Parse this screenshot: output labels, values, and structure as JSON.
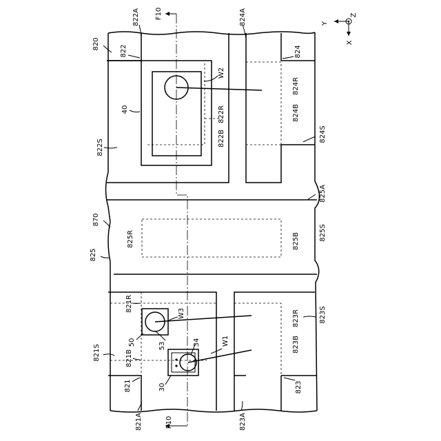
{
  "figure": {
    "axes": {
      "y": "Y",
      "x": "X",
      "z": "Z"
    },
    "section_line": {
      "top": "F10",
      "bottom": "F10"
    },
    "labels": {
      "l820": "820",
      "l822A": "822A",
      "l824A": "824A",
      "l822": "822",
      "l824": "824",
      "l822S": "822S",
      "l824S": "824S",
      "l40": "40",
      "lW2": "W2",
      "l822R": "822R",
      "l822B": "822B",
      "l824R": "824R",
      "l824B": "824B",
      "l825A": "825A",
      "l870": "870",
      "l825": "825",
      "l825R": "825R",
      "l825B": "825B",
      "l825S": "825S",
      "l821R": "821R",
      "l821S": "821S",
      "l821B": "821B",
      "l821": "821",
      "l821A": "821A",
      "l50": "50",
      "l53": "53",
      "l34": "34",
      "l30": "30",
      "lW3": "W3",
      "lW1": "W1",
      "l823R": "823R",
      "l823B": "823B",
      "l823S": "823S",
      "l823": "823",
      "l823A": "823A"
    }
  }
}
